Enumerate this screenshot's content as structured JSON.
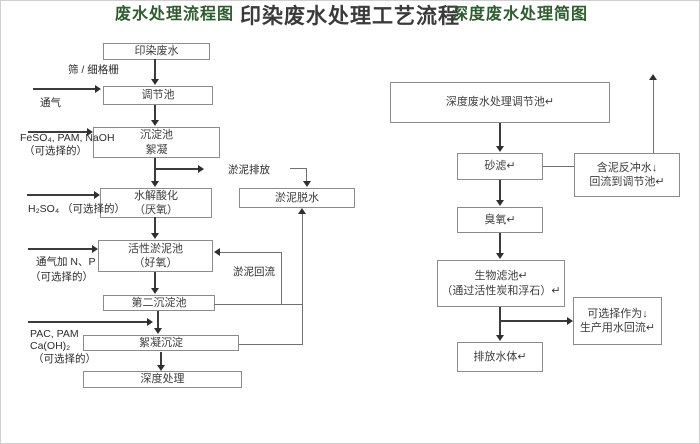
{
  "title": "印染废水处理工艺流程",
  "colors": {
    "line": "#3c3c3c",
    "box_border": "#8c8c8c",
    "caption_green": "#2e5c2e",
    "title_gray": "#3a3a3a",
    "background": "#ffffff"
  },
  "left_chart": {
    "caption": "废水处理流程图",
    "nodes": {
      "influent": "印染废水",
      "regulating": "调节池",
      "sedimentation_l1": "沉淀池",
      "sedimentation_l2": "絮凝",
      "hydrolysis_l1": "水解酸化",
      "hydrolysis_l2": "（厌氧）",
      "activated_l1": "活性淤泥池",
      "activated_l2": "（好氧）",
      "second_sedimentation": "第二沉淀池",
      "flocculation": "絮凝沉淀",
      "advanced": "深度处理",
      "sludge_dewatering": "淤泥脱水"
    },
    "labels": {
      "screen": "筛 / 细格栅",
      "aeration": "通气",
      "feso4": "FeSO₄, PAM, NaOH",
      "optional1": "（可选择的）",
      "h2so4": "H₂SO₄ （可选择的）",
      "aeration_np": "通气加 N、P",
      "optional2": "（可选择的）",
      "pac_pam": "PAC, PAM",
      "caoh2": "Ca(OH)₂",
      "optional3": "（可选择的）",
      "sludge_discharge": "淤泥排放",
      "sludge_return": "淤泥回流"
    },
    "edges": [
      "印染废水 → 调节池",
      "通气 → 调节池",
      "调节池 → 沉淀池(絮凝)",
      "FeSO₄, PAM, NaOH(可选择的) → 沉淀池",
      "沉淀池 → 水解酸化(厌氧)",
      "沉淀池 → 淤泥排放 → 淤泥脱水",
      "H₂SO₄(可选择的) → 水解酸化",
      "水解酸化 → 活性淤泥池(好氧)",
      "通气加 N、P(可选择的) → 活性淤泥池",
      "活性淤泥池 → 第二沉淀池",
      "第二沉淀池 → 絮凝沉淀",
      "第二沉淀池 → 淤泥回流 → 活性淤泥池",
      "PAC, PAM, Ca(OH)₂(可选择的) → 絮凝沉淀",
      "絮凝沉淀 → 深度处理",
      "絮凝沉淀 → 淤泥脱水"
    ]
  },
  "right_chart": {
    "caption": "深度废水处理简图",
    "nodes": {
      "regulating": "深度废水处理调节池↵",
      "sand_filter": "砂滤↵",
      "backwash_l1": "含泥反冲水↓",
      "backwash_l2": "回流到调节池↵",
      "ozone": "臭氧↵",
      "biofilter_l1": "生物滤池↵",
      "biofilter_l2": "（通过活性炭和浮石）↵",
      "reuse_l1": "可选择作为↓",
      "reuse_l2": "生产用水回流↵",
      "discharge": "排放水体↵"
    },
    "edges": [
      "深度废水处理调节池 → 砂滤",
      "砂滤 — 含泥反冲水·回流到调节池 ↑",
      "砂滤 → 臭氧",
      "臭氧 → 生物滤池(通过活性炭和浮石)",
      "生物滤池 → 排放水体",
      "生物滤池 → 可选择作为生产用水回流"
    ]
  }
}
